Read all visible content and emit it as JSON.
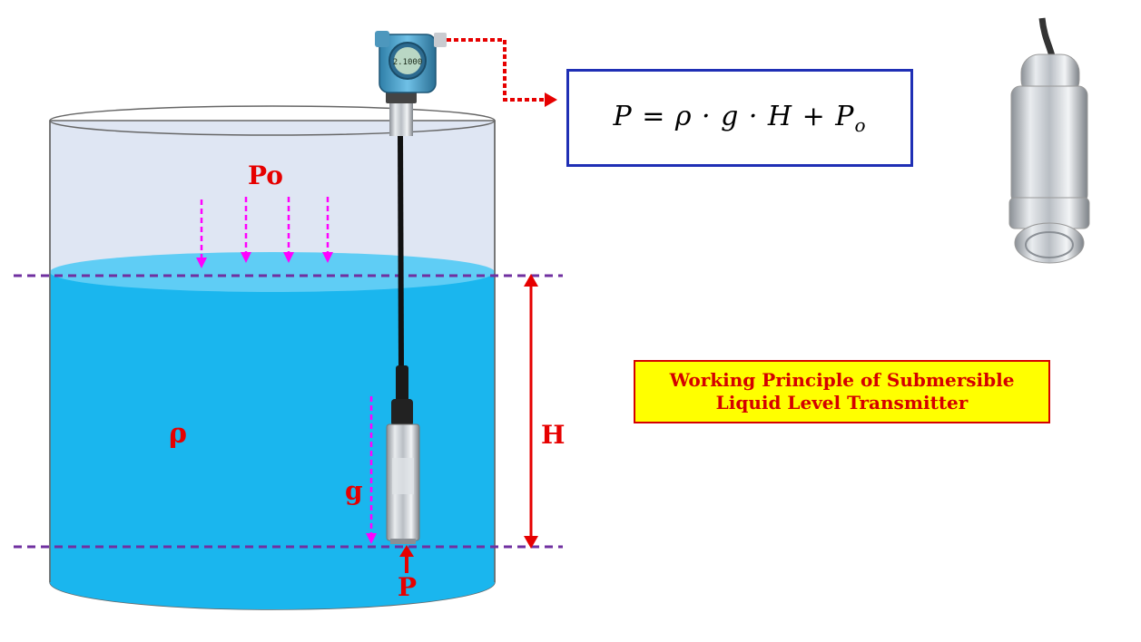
{
  "labels": {
    "atmospheric_pressure": "Po",
    "density": "ρ",
    "gravity": "g",
    "height": "H",
    "pressure": "P"
  },
  "formula": "P = ρ · g · H + P",
  "formula_subscript": "o",
  "title": {
    "line1": "Working Principle of Submersible",
    "line2": "Liquid Level Transmitter"
  },
  "transmitter_display": "2.1000",
  "colors": {
    "liquid": "#1ab6ee",
    "liquid_surface": "#5fcdf5",
    "tank_air": "#dfe6f3",
    "level_line": "#7030a0",
    "pressure_arrows": "#ff00ff",
    "height_arrow": "#e60000",
    "formula_border": "#1f2fb5",
    "title_background": "#ffff00",
    "title_text": "#d40000"
  }
}
